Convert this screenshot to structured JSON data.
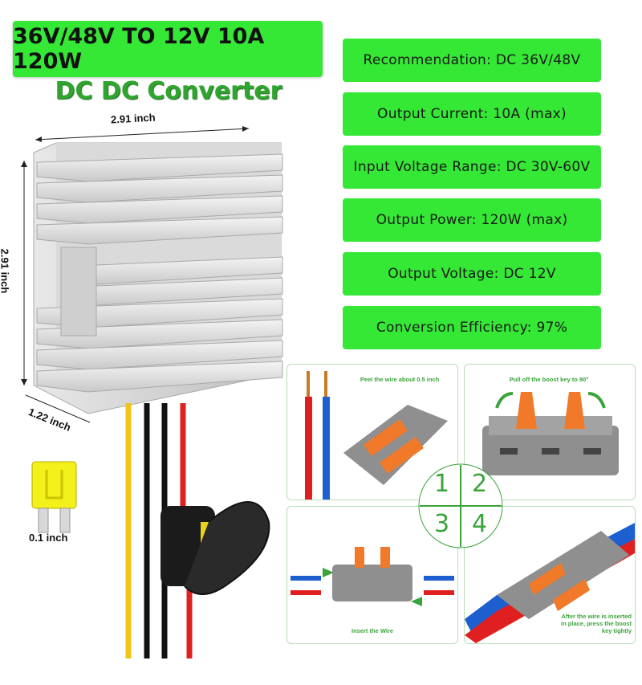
{
  "title": "36V/48V TO 12V 10A 120W",
  "subtitle": "DC DC Converter",
  "dimensions": {
    "width": "2.91 inch",
    "height": "2.91 inch",
    "depth": "1.22 inch",
    "fuse": "0.1 inch"
  },
  "specs": [
    {
      "label": "Recommendation: DC 36V/48V"
    },
    {
      "label": "Output Current: 10A (max)"
    },
    {
      "label": "Input Voltage Range: DC 30V-60V"
    },
    {
      "label": "Output Power: 120W (max)"
    },
    {
      "label": "Output Voltage: DC 12V"
    },
    {
      "label": "Conversion Efficiency: 97%"
    }
  ],
  "steps": [
    {
      "num": "1",
      "caption": "Peel the wire about 0.5 inch"
    },
    {
      "num": "2",
      "caption": "Pull off the boost key to 90°"
    },
    {
      "num": "3",
      "caption": "Insert the Wire"
    },
    {
      "num": "4",
      "caption": "After the wire is inserted in place, press the boost key tightly"
    }
  ],
  "colors": {
    "spec_green": "#35e835",
    "subtitle_green": "#2fa52f",
    "step_green": "#3aa43a"
  }
}
